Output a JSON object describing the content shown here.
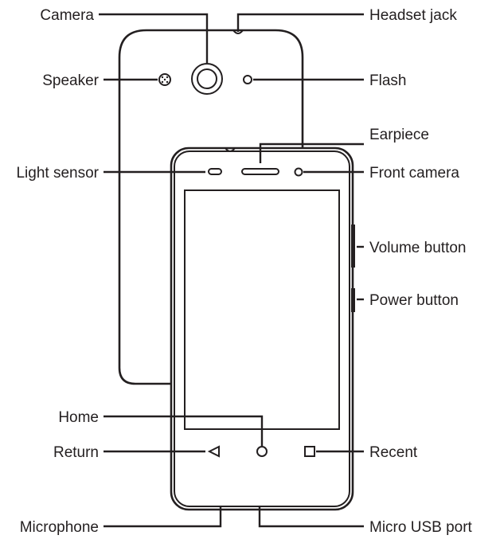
{
  "labels": {
    "camera": "Camera",
    "headset_jack": "Headset jack",
    "speaker": "Speaker",
    "flash": "Flash",
    "earpiece": "Earpiece",
    "light_sensor": "Light sensor",
    "front_camera": "Front camera",
    "volume_button": "Volume button",
    "power_button": "Power button",
    "home": "Home",
    "return": "Return",
    "recent": "Recent",
    "microphone": "Microphone",
    "micro_usb_port": "Micro USB port"
  },
  "colors": {
    "ink": "#231f20",
    "background": "#ffffff"
  }
}
